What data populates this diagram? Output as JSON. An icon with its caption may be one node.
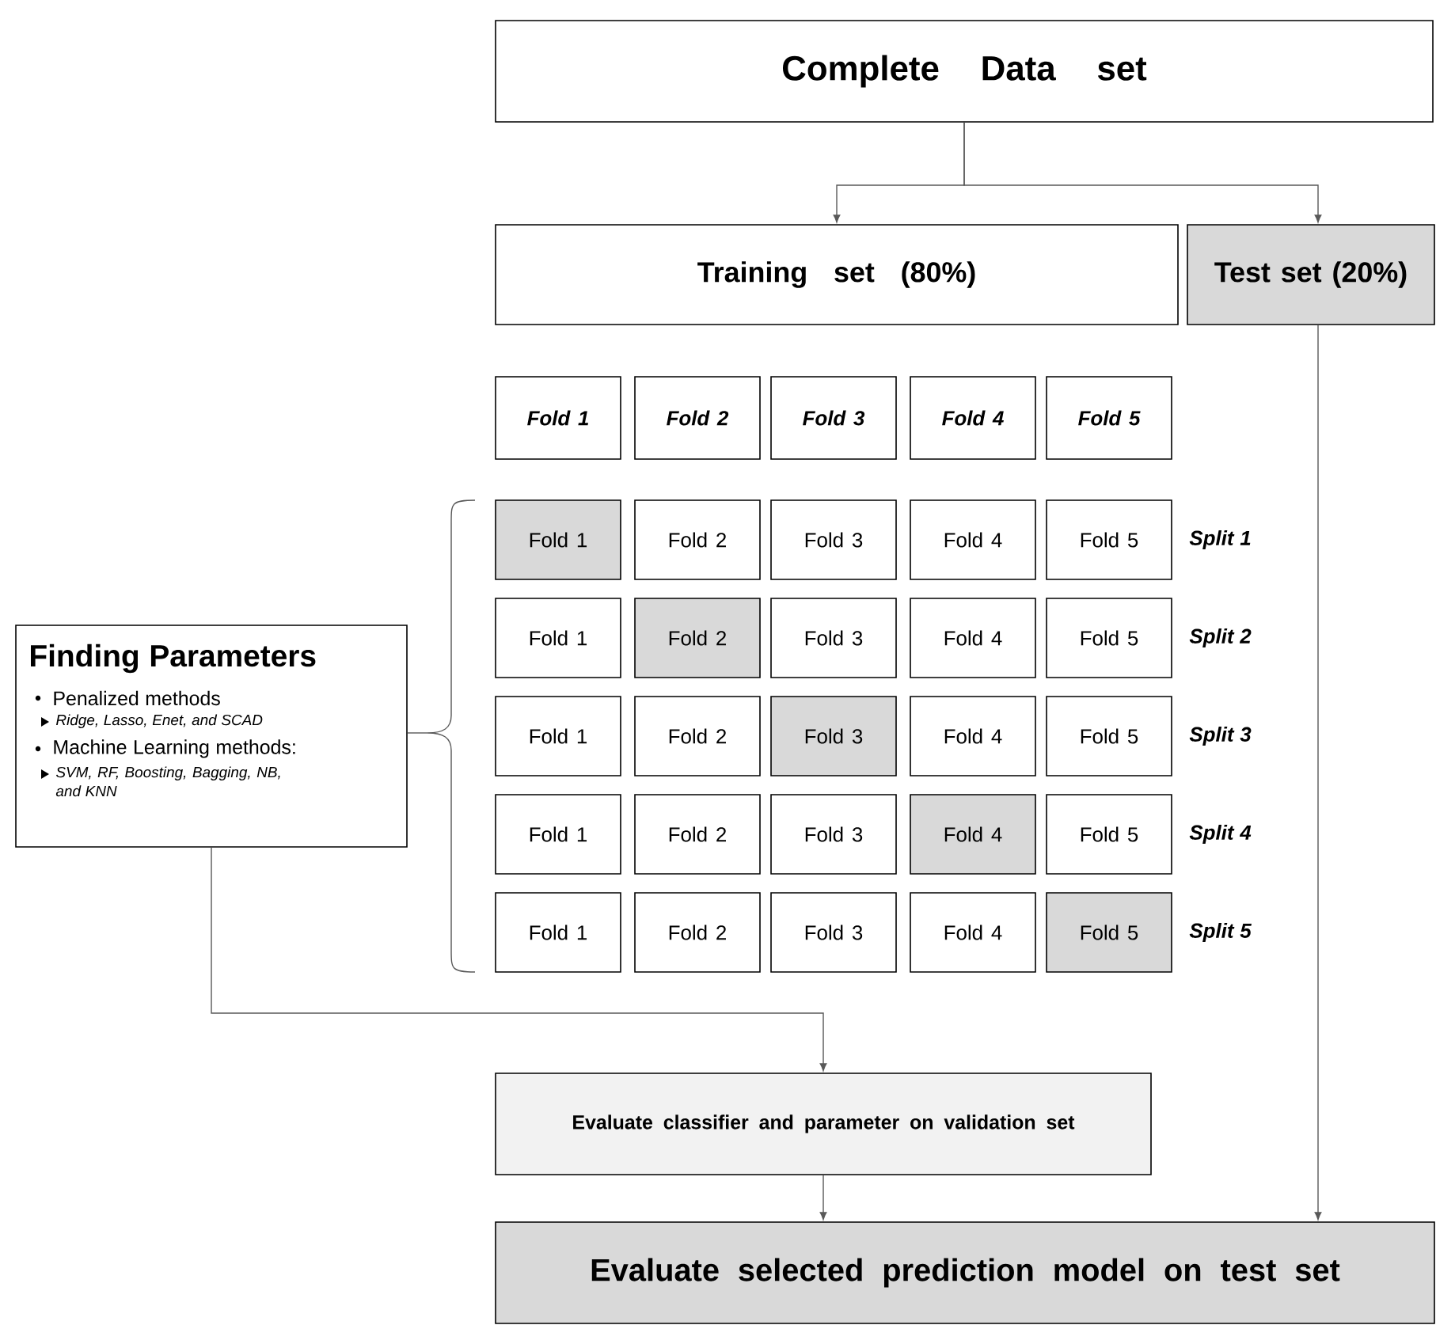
{
  "diagram": {
    "nodes": [
      {
        "text": [
          "Complete Data set"
        ]
      },
      {
        "text": [
          "Training set (80%)"
        ]
      },
      {
        "text": [
          "Test set (20%)"
        ]
      },
      {
        "text": [
          "Fold 1"
        ]
      },
      {
        "text": [
          "Fold 2"
        ]
      },
      {
        "text": [
          "Fold 3"
        ]
      },
      {
        "text": [
          "Fold 4"
        ]
      },
      {
        "text": [
          "Fold 5"
        ]
      },
      {
        "text": [
          "Fold 1"
        ]
      },
      {
        "text": [
          "Fold 2"
        ]
      },
      {
        "text": [
          "Fold 3"
        ]
      },
      {
        "text": [
          "Fold 4"
        ]
      },
      {
        "text": [
          "Fold 5"
        ]
      },
      {
        "text": [
          "Fold 1"
        ]
      },
      {
        "text": [
          "Fold 2"
        ]
      },
      {
        "text": [
          "Fold 3"
        ]
      },
      {
        "text": [
          "Fold 4"
        ]
      },
      {
        "text": [
          "Fold 5"
        ]
      },
      {
        "text": [
          "Fold 1"
        ]
      },
      {
        "text": [
          "Fold 2"
        ]
      },
      {
        "text": [
          "Fold 3"
        ]
      },
      {
        "text": [
          "Fold 4"
        ]
      },
      {
        "text": [
          "Fold 5"
        ]
      },
      {
        "text": [
          "Fold 1"
        ]
      },
      {
        "text": [
          "Fold 2"
        ]
      },
      {
        "text": [
          "Fold 3"
        ]
      },
      {
        "text": [
          "Fold 4"
        ]
      },
      {
        "text": [
          "Fold 5"
        ]
      },
      {
        "text": [
          "Fold 1"
        ]
      },
      {
        "text": [
          "Fold 2"
        ]
      },
      {
        "text": [
          "Fold 3"
        ]
      },
      {
        "text": [
          "Fold 4"
        ]
      },
      {
        "text": [
          "Fold 5"
        ]
      },
      {
        "text": [
          "Finding Parameters",
          "Penalized methods",
          "Ridge, Lasso, Enet, and SCAD",
          "Machine Learning methods:",
          "SVM, RF, Boosting, Bagging, NB, and KNN"
        ]
      },
      {
        "text": [
          "Evaluate classifier and parameter on validation set"
        ]
      },
      {
        "text": [
          "Evaluate selected prediction model on test set"
        ]
      }
    ],
    "edges": [
      {
        "from": 0,
        "to": 1,
        "arrow": "to"
      },
      {
        "from": 0,
        "to": 2,
        "arrow": "to"
      },
      {
        "from": 2,
        "to": 35,
        "arrow": "to"
      },
      {
        "from": 33,
        "to": 34,
        "arrow": "to"
      },
      {
        "from": 34,
        "to": 35,
        "arrow": "to"
      }
    ],
    "labels": [
      "Split 1",
      "Split 2",
      "Split 3",
      "Split 4",
      "Split 5"
    ]
  }
}
